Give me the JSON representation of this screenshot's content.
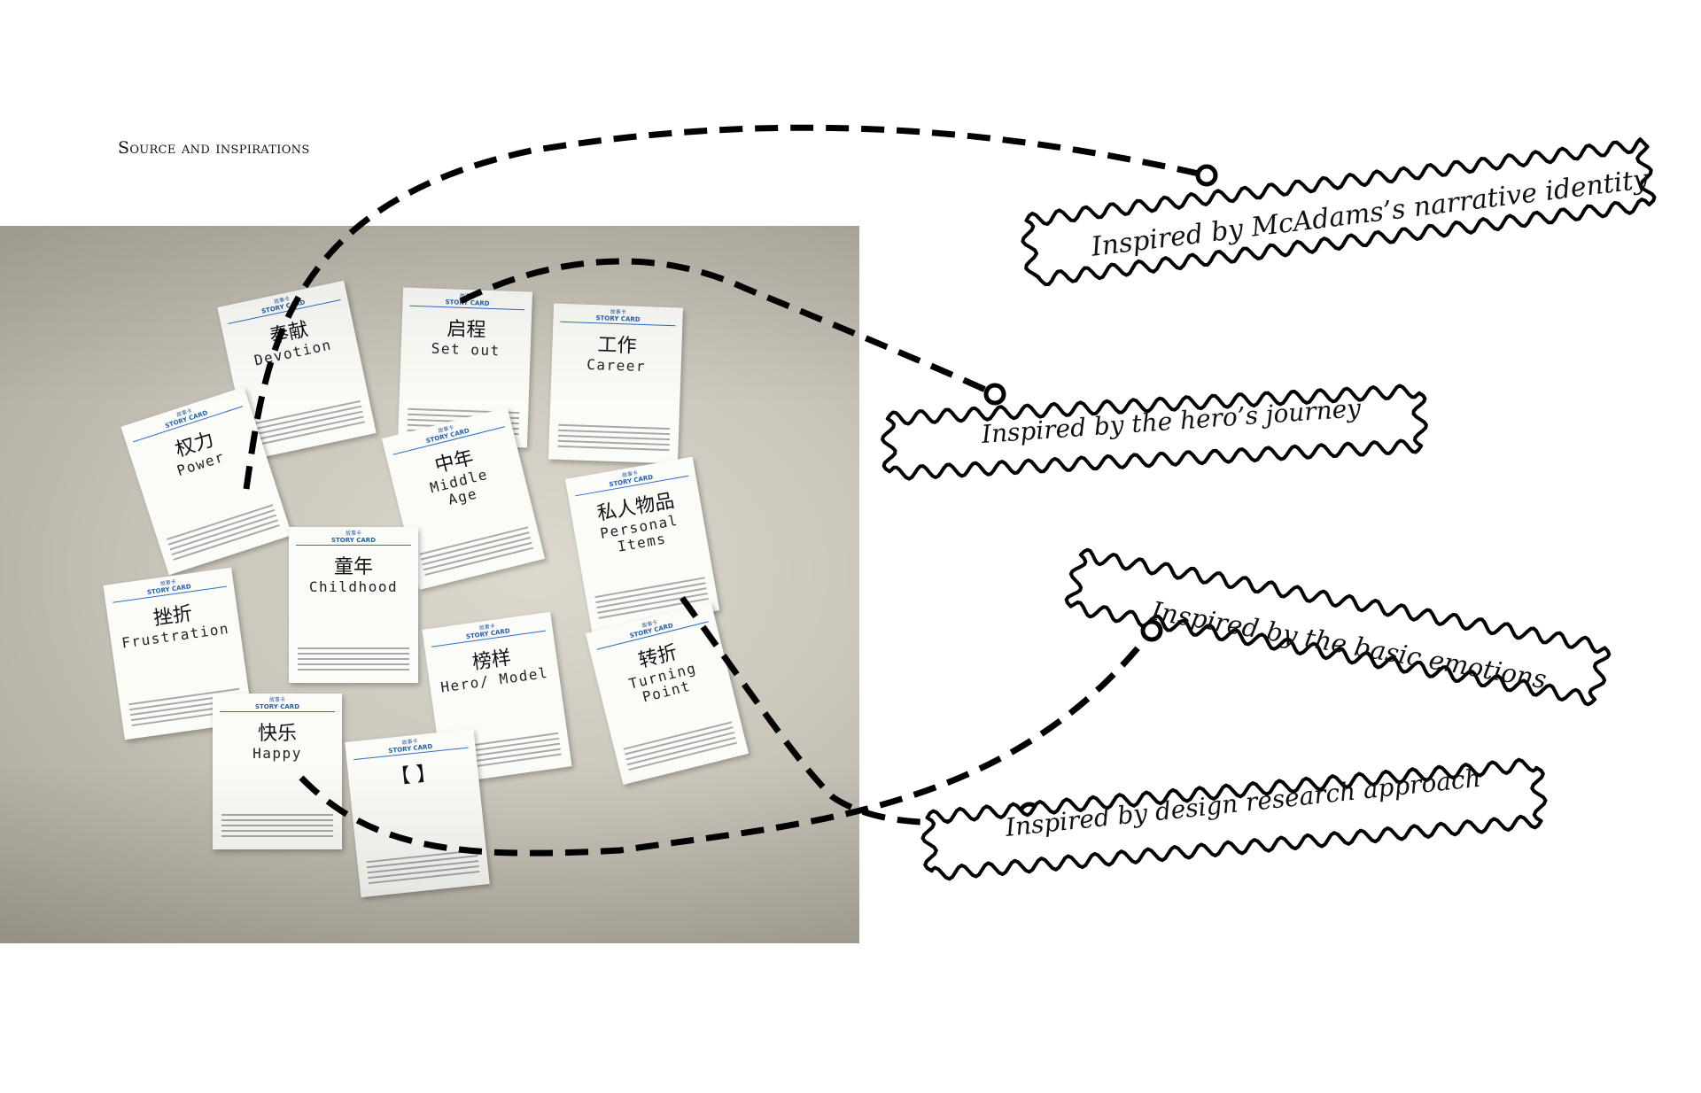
{
  "heading": "Source and inspirations",
  "cards": [
    {
      "caption": "故事卡",
      "header": "STORY CARD",
      "title_zh": "奉献",
      "title_en": "Devotion"
    },
    {
      "caption": "故事卡",
      "header": "STORY CARD",
      "title_zh": "启程",
      "title_en": "Set out"
    },
    {
      "caption": "故事卡",
      "header": "STORY CARD",
      "title_zh": "工作",
      "title_en": "Career"
    },
    {
      "caption": "故事卡",
      "header": "STORY CARD",
      "title_zh": "权力",
      "title_en": "Power"
    },
    {
      "caption": "故事卡",
      "header": "STORY CARD",
      "title_zh": "中年",
      "title_en": "Middle\nAge"
    },
    {
      "caption": "故事卡",
      "header": "STORY CARD",
      "title_zh": "私人物品",
      "title_en": "Personal\nItems"
    },
    {
      "caption": "故事卡",
      "header": "STORY CARD",
      "title_zh": "童年",
      "title_en": "Childhood"
    },
    {
      "caption": "故事卡",
      "header": "STORY CARD",
      "title_zh": "挫折",
      "title_en": "Frustration"
    },
    {
      "caption": "故事卡",
      "header": "STORY CARD",
      "title_zh": "榜样",
      "title_en": "Hero/ Model"
    },
    {
      "caption": "故事卡",
      "header": "STORY CARD",
      "title_zh": "转折",
      "title_en": "Turning\nPoint"
    },
    {
      "caption": "故事卡",
      "header": "STORY CARD",
      "title_zh": "快乐",
      "title_en": "Happy"
    },
    {
      "caption": "故事卡",
      "header": "STORY CARD",
      "title_zh": "【      】",
      "title_en": ""
    }
  ],
  "inspirations": [
    "Inspired by McAdams’s narrative identity",
    "Inspired by the hero’s journey",
    "Inspired by the basic emotions",
    "Inspired by design research approach"
  ]
}
